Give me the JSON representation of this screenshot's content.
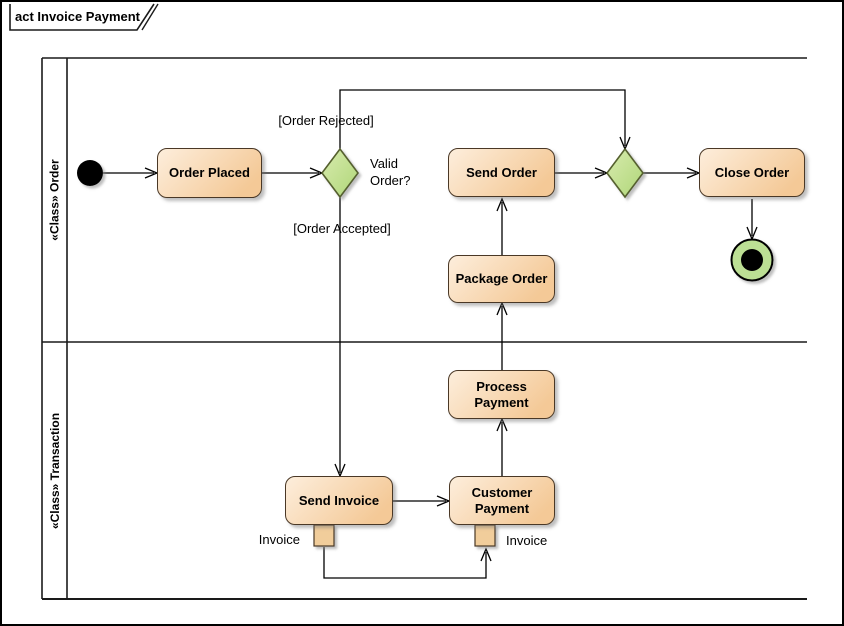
{
  "frame": {
    "title": "act Invoice Payment"
  },
  "lanes": [
    {
      "label": "«Class» Order"
    },
    {
      "label": "«Class» Transaction"
    }
  ],
  "nodes": {
    "order_placed": "Order Placed",
    "send_order": "Send Order",
    "close_order": "Close Order",
    "package_order": "Package Order",
    "process_payment": "Process Payment",
    "send_invoice": "Send Invoice",
    "customer_payment": "Customer Payment"
  },
  "labels": {
    "guard_rejected": "[Order Rejected]",
    "guard_accepted": "[Order Accepted]",
    "decision_question": "Valid Order?",
    "invoice_out_pin": "Invoice",
    "invoice_in_pin": "Invoice"
  },
  "colors": {
    "node_fill_light": "#FDEEDC",
    "node_fill_dark": "#F4C997",
    "node_border": "#4A3826",
    "diamond_fill_light": "#D8EBAE",
    "diamond_fill_dark": "#AFD678",
    "diamond_border": "#55602F",
    "final_fill": "#BCDF94",
    "pin_fill": "#F1CD9B",
    "line_color": "#000000",
    "frame_color": "#1A1A1A",
    "text_color": "#000000"
  }
}
